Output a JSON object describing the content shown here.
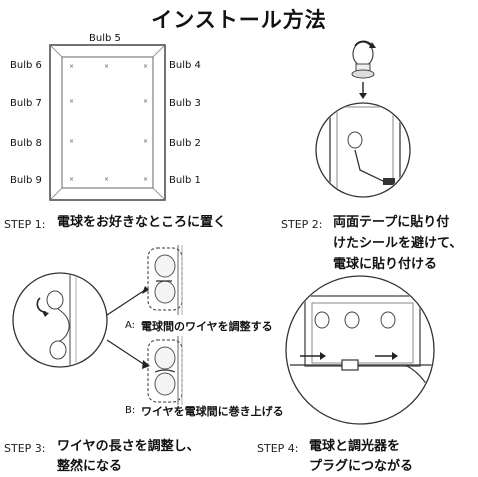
{
  "title": "インストール方法",
  "mirror": {
    "top_bulb": "Bulb 5",
    "left_bulbs": [
      "Bulb 6",
      "Bulb 7",
      "Bulb 8",
      "Bulb 9"
    ],
    "right_bulbs": [
      "Bulb 4",
      "Bulb 3",
      "Bulb 2",
      "Bulb 1"
    ]
  },
  "steps": [
    {
      "label": "STEP 1:",
      "lines": [
        "電球をお好きなところに置く"
      ]
    },
    {
      "label": "STEP 2:",
      "lines": [
        "両面テープに貼り付",
        "けたシールを避けて、",
        "電球に貼り付ける"
      ]
    },
    {
      "label": "STEP 3:",
      "lines": [
        "ワイヤの長さを調整し、",
        "整然になる"
      ]
    },
    {
      "label": "STEP 4:",
      "lines": [
        "電球と調光器を",
        "プラグにつながる"
      ]
    }
  ],
  "options": [
    {
      "label": "A:",
      "text": "電球間のワイヤを調整する"
    },
    {
      "label": "B:",
      "text": "ワイヤを電球間に巻き上げる"
    }
  ]
}
